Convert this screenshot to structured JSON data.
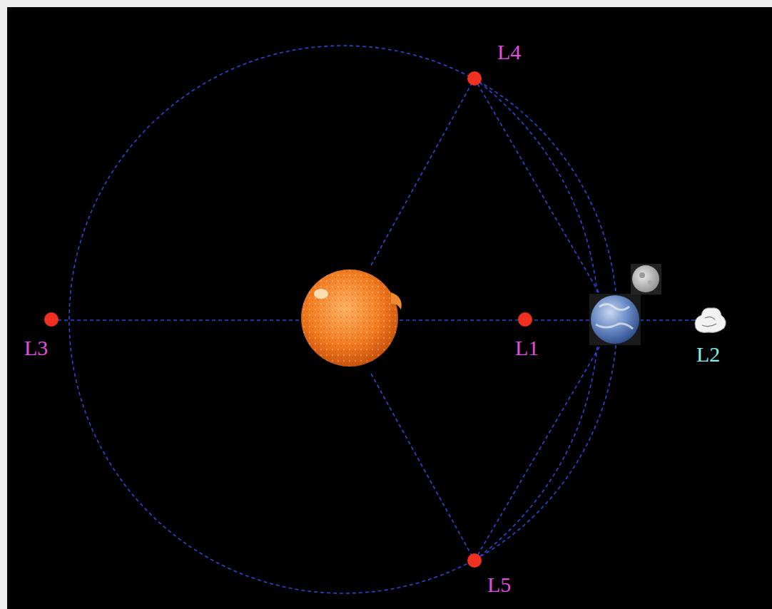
{
  "diagram": {
    "labels": [
      "L4",
      "L3",
      "L1",
      "L2",
      "L5"
    ]
  }
}
